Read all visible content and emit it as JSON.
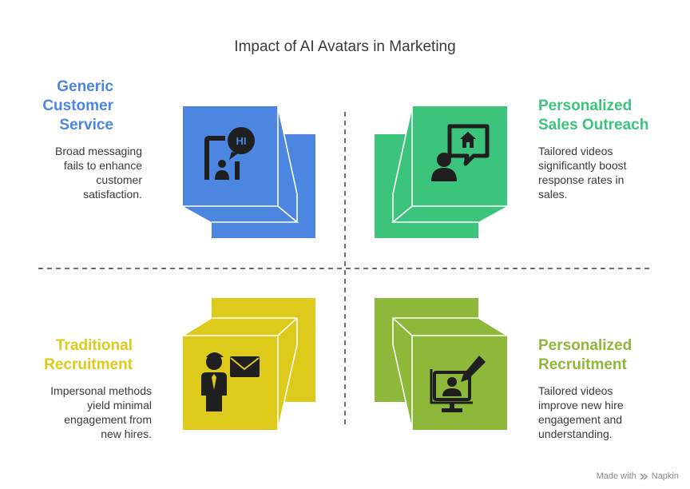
{
  "title": "Impact of AI Avatars in Marketing",
  "colors": {
    "blue": "#4C86E0",
    "green": "#3CC47C",
    "yellow": "#DDCA1A",
    "olive": "#8EB83A",
    "text": "#3a3a3a",
    "divider": "#444444"
  },
  "quadrants": {
    "top_left": {
      "heading_lines": [
        "Generic",
        "Customer",
        "Service"
      ],
      "desc_lines": [
        "Broad messaging",
        "fails to enhance",
        "customer",
        "satisfaction."
      ],
      "icon": "chat-hi-person-icon"
    },
    "top_right": {
      "heading_lines": [
        "Personalized",
        "Sales Outreach"
      ],
      "desc_lines": [
        "Tailored videos",
        "significantly boost",
        "response rates in",
        "sales."
      ],
      "icon": "person-house-bubble-icon"
    },
    "bottom_left": {
      "heading_lines": [
        "Traditional",
        "Recruitment"
      ],
      "desc_lines": [
        "Impersonal methods",
        "yield minimal",
        "engagement from",
        "new hires."
      ],
      "icon": "person-envelope-icon"
    },
    "bottom_right": {
      "heading_lines": [
        "Personalized",
        "Recruitment"
      ],
      "desc_lines": [
        "Tailored videos",
        "improve new hire",
        "engagement and",
        "understanding."
      ],
      "icon": "monitor-person-edit-icon"
    }
  },
  "footer": {
    "made_with": "Made with",
    "brand": "Napkin"
  }
}
